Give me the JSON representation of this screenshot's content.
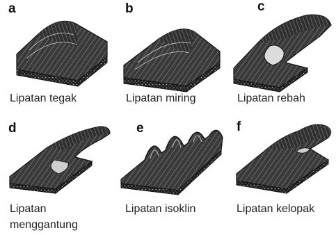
{
  "panels": [
    {
      "id": "a",
      "letter": "a",
      "caption": "Lipatan tegak"
    },
    {
      "id": "b",
      "letter": "b",
      "caption": "Lipatan miring"
    },
    {
      "id": "c",
      "letter": "c",
      "caption": "Lipatan rebah"
    },
    {
      "id": "d",
      "letter": "d",
      "caption_line1": "Lipatan",
      "caption_line2": "menggantung"
    },
    {
      "id": "e",
      "letter": "e",
      "caption": "Lipatan isoklin"
    },
    {
      "id": "f",
      "letter": "f",
      "caption": "Lipatan kelopak"
    }
  ]
}
